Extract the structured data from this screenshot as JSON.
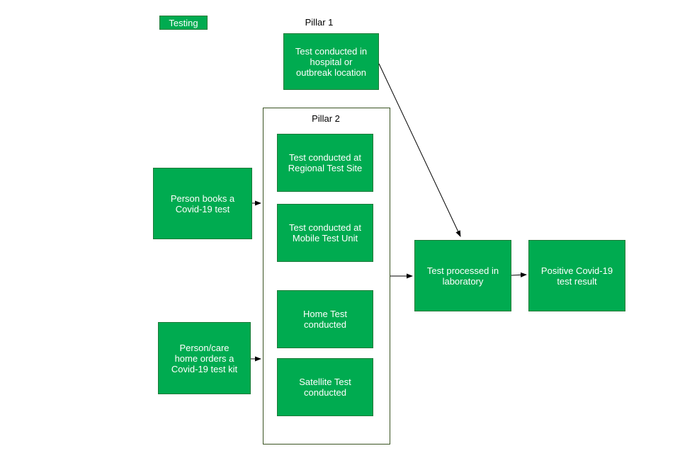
{
  "diagram": {
    "legend": {
      "label": "Testing"
    },
    "groups": {
      "pillar1": {
        "label": "Pillar 1"
      },
      "pillar2": {
        "label": "Pillar 2"
      }
    },
    "nodes": {
      "hospital": {
        "label": "Test conducted in\nhospital or\noutbreak location"
      },
      "regional": {
        "label": "Test conducted at\nRegional Test Site"
      },
      "mobile": {
        "label": "Test conducted at\nMobile Test Unit"
      },
      "home": {
        "label": "Home Test\nconducted"
      },
      "satellite": {
        "label": "Satellite Test\nconducted"
      },
      "person_books": {
        "label": "Person books a\nCovid-19 test"
      },
      "person_care": {
        "label": "Person/care\nhome orders a\nCovid-19 test kit"
      },
      "lab": {
        "label": "Test processed in\nlaboratory"
      },
      "positive": {
        "label": "Positive Covid-19\ntest result"
      }
    },
    "connectors": [
      {
        "from": "person_books",
        "to": "pillar2"
      },
      {
        "from": "person_care",
        "to": "pillar2"
      },
      {
        "from": "pillar2",
        "to": "lab"
      },
      {
        "from": "hospital",
        "to": "lab"
      },
      {
        "from": "lab",
        "to": "positive"
      }
    ],
    "colors": {
      "node_fill": "#00AB50",
      "node_stroke": "#1B7A38",
      "container_stroke": "#3A5322",
      "node_text": "#FFFFFF",
      "label_text": "#000000",
      "arrow": "#000000",
      "background": "#FFFFFF"
    }
  }
}
